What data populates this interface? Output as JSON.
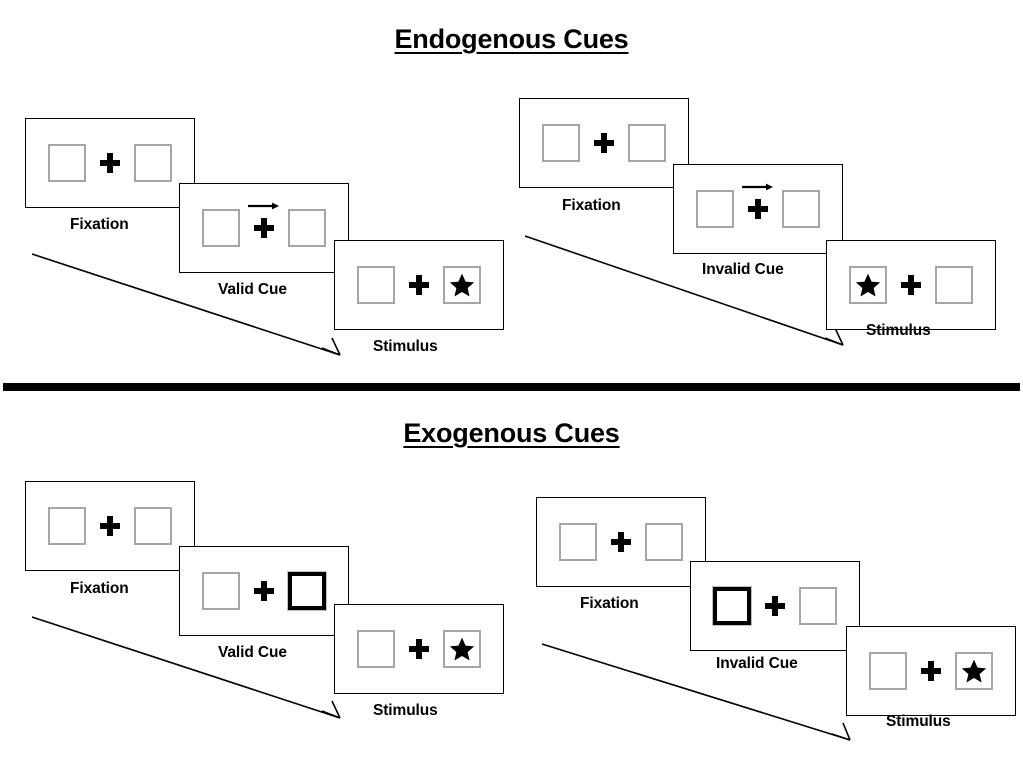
{
  "figure": {
    "divider_color": "#000000",
    "box_border_color": "#a6a6a6",
    "cue_border_color": "#000000"
  },
  "sections": [
    {
      "id": "endogenous",
      "title": "Endogenous Cues",
      "sequences": [
        {
          "id": "endogenous-valid",
          "cue_type": "arrow",
          "cue_direction": "right",
          "frames": [
            {
              "caption": "Fixation",
              "left_content": "empty",
              "right_content": "empty",
              "cued_side": "none",
              "arrow": false
            },
            {
              "caption": "Valid Cue",
              "left_content": "empty",
              "right_content": "empty",
              "cued_side": "none",
              "arrow": true
            },
            {
              "caption": "Stimulus",
              "left_content": "empty",
              "right_content": "star",
              "cued_side": "none",
              "arrow": false
            }
          ]
        },
        {
          "id": "endogenous-invalid",
          "cue_type": "arrow",
          "cue_direction": "right",
          "frames": [
            {
              "caption": "Fixation",
              "left_content": "empty",
              "right_content": "empty",
              "cued_side": "none",
              "arrow": false
            },
            {
              "caption": "Invalid Cue",
              "left_content": "empty",
              "right_content": "empty",
              "cued_side": "none",
              "arrow": true
            },
            {
              "caption": "Stimulus",
              "left_content": "star",
              "right_content": "empty",
              "cued_side": "none",
              "arrow": false
            }
          ]
        }
      ]
    },
    {
      "id": "exogenous",
      "title": "Exogenous Cues",
      "sequences": [
        {
          "id": "exogenous-valid",
          "cue_type": "box-highlight",
          "cue_direction": "right",
          "frames": [
            {
              "caption": "Fixation",
              "left_content": "empty",
              "right_content": "empty",
              "cued_side": "none",
              "arrow": false
            },
            {
              "caption": "Valid Cue",
              "left_content": "empty",
              "right_content": "empty",
              "cued_side": "right",
              "arrow": false
            },
            {
              "caption": "Stimulus",
              "left_content": "empty",
              "right_content": "star",
              "cued_side": "none",
              "arrow": false
            }
          ]
        },
        {
          "id": "exogenous-invalid",
          "cue_type": "box-highlight",
          "cue_direction": "left",
          "frames": [
            {
              "caption": "Fixation",
              "left_content": "empty",
              "right_content": "empty",
              "cued_side": "none",
              "arrow": false
            },
            {
              "caption": "Invalid Cue",
              "left_content": "empty",
              "right_content": "empty",
              "cued_side": "left",
              "arrow": false
            },
            {
              "caption": "Stimulus",
              "left_content": "empty",
              "right_content": "star",
              "cued_side": "none",
              "arrow": false
            }
          ]
        }
      ]
    }
  ],
  "icons": {
    "fixation_cross": "plus-cross-icon",
    "star_stimulus": "star-icon",
    "cue_arrow": "arrow-right-icon",
    "time_arrow": "time-progression-arrow-icon"
  }
}
